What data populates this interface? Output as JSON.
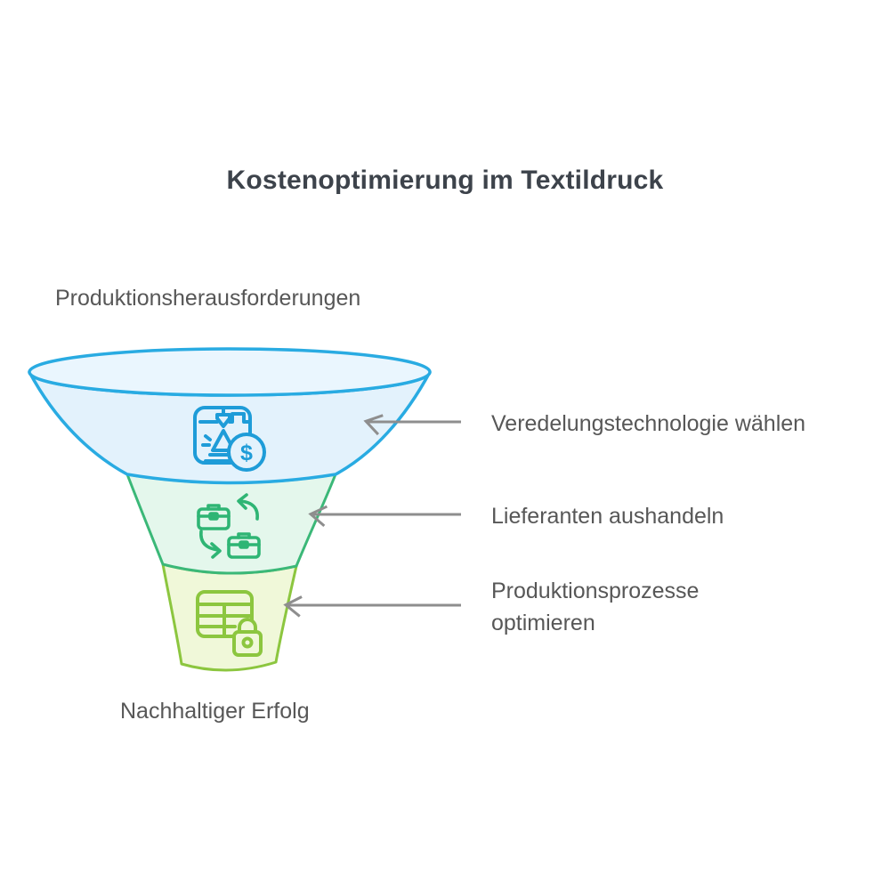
{
  "title": "Kostenoptimierung im Textildruck",
  "funnel": {
    "top_label": "Produktionsherausforderungen",
    "bottom_label": "Nachhaltiger Erfolg",
    "stages": [
      {
        "label": "Veredelungstechnologie wählen",
        "icon": "print-technology-dollar-icon"
      },
      {
        "label": "Lieferanten aushandeln",
        "icon": "briefcase-exchange-icon"
      },
      {
        "label": "Produktionsprozesse optimieren",
        "icon": "table-lock-icon"
      }
    ]
  },
  "icons": {
    "dollar_glyph": "$"
  },
  "colors": {
    "stage1_fill": "#E3F2FC",
    "stage1_stroke": "#29ABE2",
    "rim_fill": "#EAF6FE",
    "stage2_fill": "#E4F7EC",
    "stage2_stroke": "#3BB878",
    "stage3_fill": "#F0F8D9",
    "stage3_stroke": "#8CC63F",
    "icon1": "#1E9CD8",
    "icon2": "#2FB574",
    "icon3": "#8CC63F",
    "arrow": "#8E8E8E",
    "title_text": "#3D434B",
    "label_text": "#575757"
  }
}
